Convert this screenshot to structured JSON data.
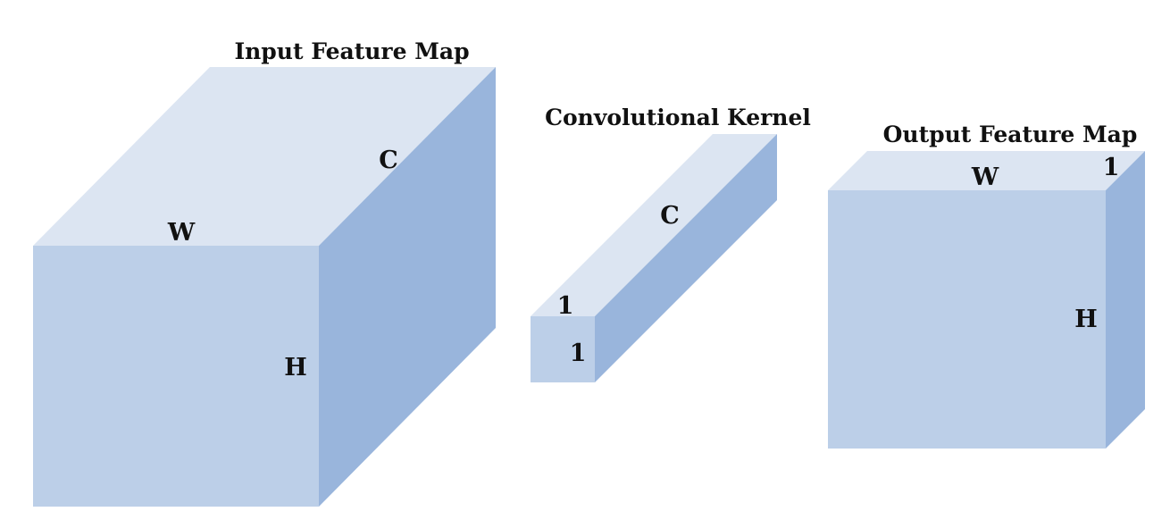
{
  "colors": {
    "front": "#bccfe8",
    "top": "#dce5f2",
    "side": "#99b5dc",
    "text": "#111111"
  },
  "input_map": {
    "title": "Input Feature Map",
    "width_label": "W",
    "height_label": "H",
    "channels_label": "C"
  },
  "kernel": {
    "title": "Convolutional Kernel",
    "channels_label": "C",
    "width_label": "1",
    "height_label": "1"
  },
  "output_map": {
    "title": "Output Feature Map",
    "width_label": "W",
    "height_label": "H",
    "channels_label": "1"
  }
}
